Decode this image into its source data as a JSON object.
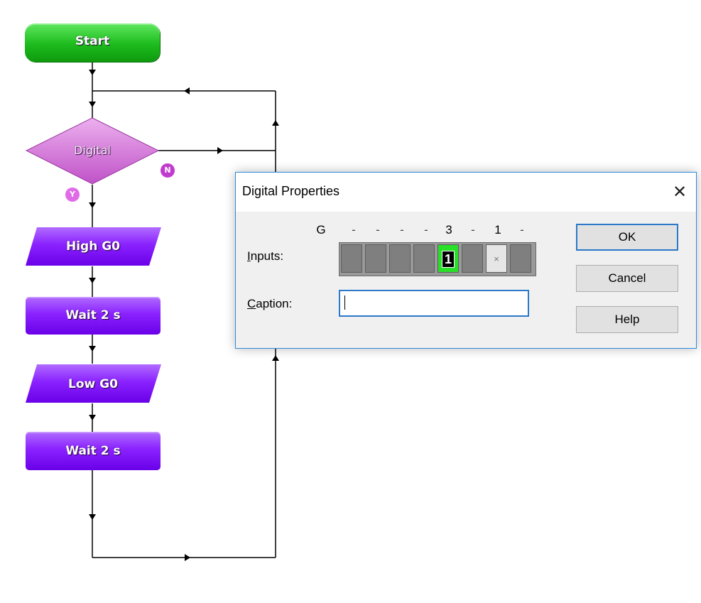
{
  "flowchart": {
    "start": "Start",
    "decision": "Digital",
    "yes_label": "Y",
    "no_label": "N",
    "steps": [
      "High G0",
      "Wait 2 s",
      "Low G0",
      "Wait 2 s"
    ],
    "colors": {
      "start": "#1dbb1d",
      "decision": "#d47bd8",
      "block": "#8a22ff",
      "line": "#000000"
    }
  },
  "dialog": {
    "title": "Digital Properties",
    "close_glyph": "✕",
    "inputs_label": "Inputs:",
    "caption_label": "Caption:",
    "port_header": [
      "G",
      "-",
      "-",
      "-",
      "-",
      "3",
      "-",
      "1",
      "-"
    ],
    "input_states": [
      "",
      "",
      "",
      "",
      "1",
      "",
      "×",
      ""
    ],
    "caption_value": "",
    "buttons": {
      "ok": "OK",
      "cancel": "Cancel",
      "help": "Help"
    },
    "accent_color": "#2b79c9"
  }
}
